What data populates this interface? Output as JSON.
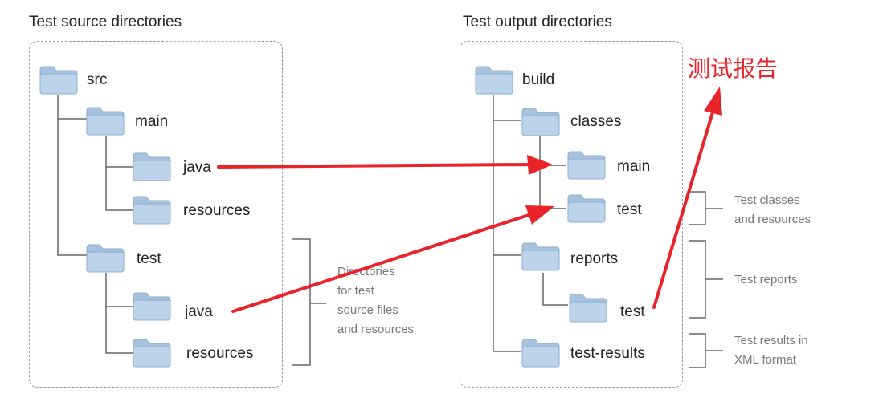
{
  "left": {
    "heading": "Test source directories",
    "root": "src",
    "main": "main",
    "main_java": "java",
    "main_resources": "resources",
    "test": "test",
    "test_java": "java",
    "test_resources": "resources",
    "note": [
      "Directories",
      "for test",
      "source files",
      "and resources"
    ]
  },
  "right": {
    "heading": "Test output directories",
    "root": "build",
    "classes": "classes",
    "classes_main": "main",
    "classes_test": "test",
    "reports": "reports",
    "reports_test": "test",
    "test_results": "test-results",
    "note_classes": [
      "Test classes",
      "and resources"
    ],
    "note_reports": [
      "Test reports"
    ],
    "note_results": [
      "Test results in",
      "XML format"
    ]
  },
  "annotation": {
    "text": "测试报告",
    "color": "#e8232a"
  },
  "colors": {
    "folder_fill": "#b9d0e8",
    "folder_tab": "#a6c2df",
    "tree_line": "#666666",
    "arrow": "#e8232a"
  }
}
